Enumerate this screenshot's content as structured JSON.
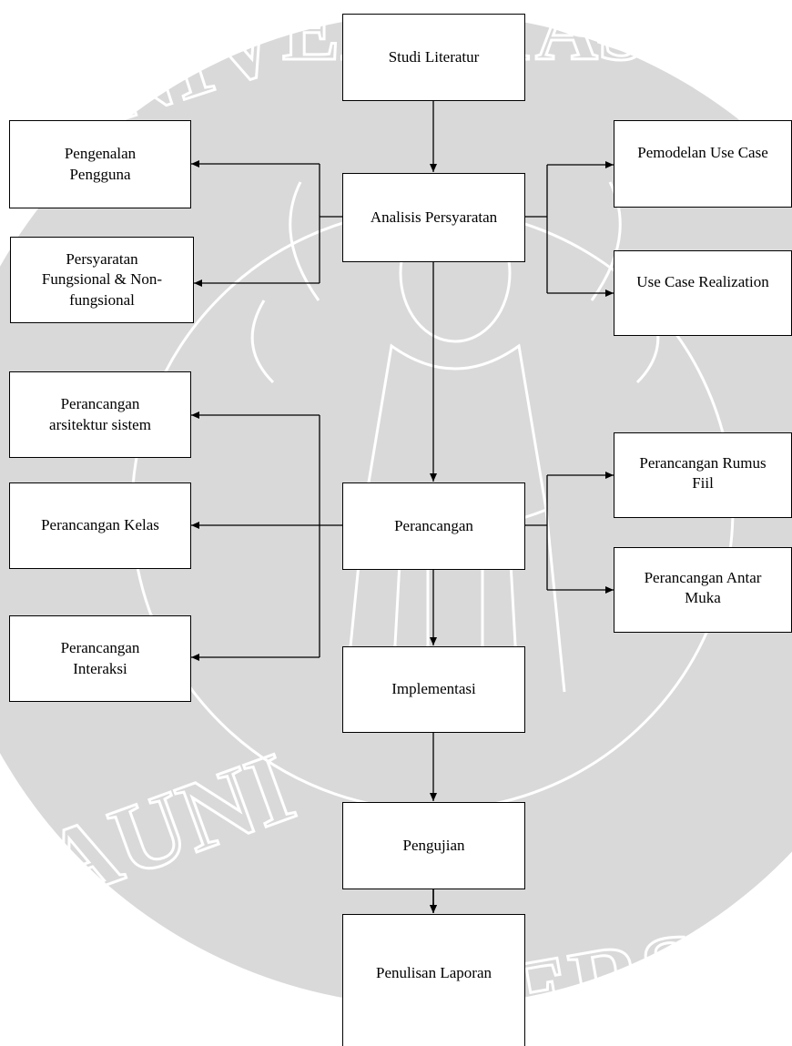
{
  "diagram": {
    "watermark_text": "UNIVERSITAS BRAWIJAYA",
    "nodes": {
      "studi_literatur": "Studi Literatur",
      "analisis_persyaratan": "Analisis Persyaratan",
      "pengenalan_pengguna": "Pengenalan\nPengguna",
      "persyaratan_fungsional": "Persyaratan\nFungsional & Non-\nfungsional",
      "pemodelan_use_case": "Pemodelan Use Case",
      "use_case_realization": "Use Case Realization",
      "perancangan": "Perancangan",
      "perancangan_arsitektur": "Perancangan\narsitektur sistem",
      "perancangan_kelas": "Perancangan Kelas",
      "perancangan_interaksi": "Perancangan\nInteraksi",
      "perancangan_rumus": "Perancangan Rumus\nFiil",
      "perancangan_antar_muka": "Perancangan Antar\nMuka",
      "implementasi": "Implementasi",
      "pengujian": "Pengujian",
      "penulisan_laporan": "Penulisan Laporan"
    },
    "colors": {
      "watermark_background": "#d9d9d9",
      "watermark_outline": "#ffffff",
      "box_fill": "#ffffff",
      "line": "#000000"
    }
  }
}
